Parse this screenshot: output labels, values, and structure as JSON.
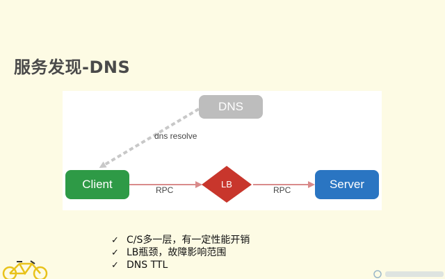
{
  "slide": {
    "title": "服务发现-DNS"
  },
  "diagram": {
    "nodes": {
      "dns": "DNS",
      "client": "Client",
      "lb": "LB",
      "server": "Server"
    },
    "edges": {
      "dns_resolve": "dns resolve",
      "rpc_left": "RPC",
      "rpc_right": "RPC"
    },
    "colors": {
      "dns": "#bdbdbd",
      "client": "#2e9a46",
      "lb": "#c8362c",
      "server": "#2a75c2",
      "rpc_arrow": "#d98a8a",
      "resolve_arrow": "#c8c8c8"
    }
  },
  "bullets": {
    "mark": "✓",
    "items": [
      "C/S多一层，有一定性能开销",
      "LB瓶颈，故障影响范围",
      "DNS TTL"
    ]
  },
  "decorations": {
    "bike_icon": "bicycle-icon",
    "watermark_icon": "wechat-watermark-icon"
  }
}
